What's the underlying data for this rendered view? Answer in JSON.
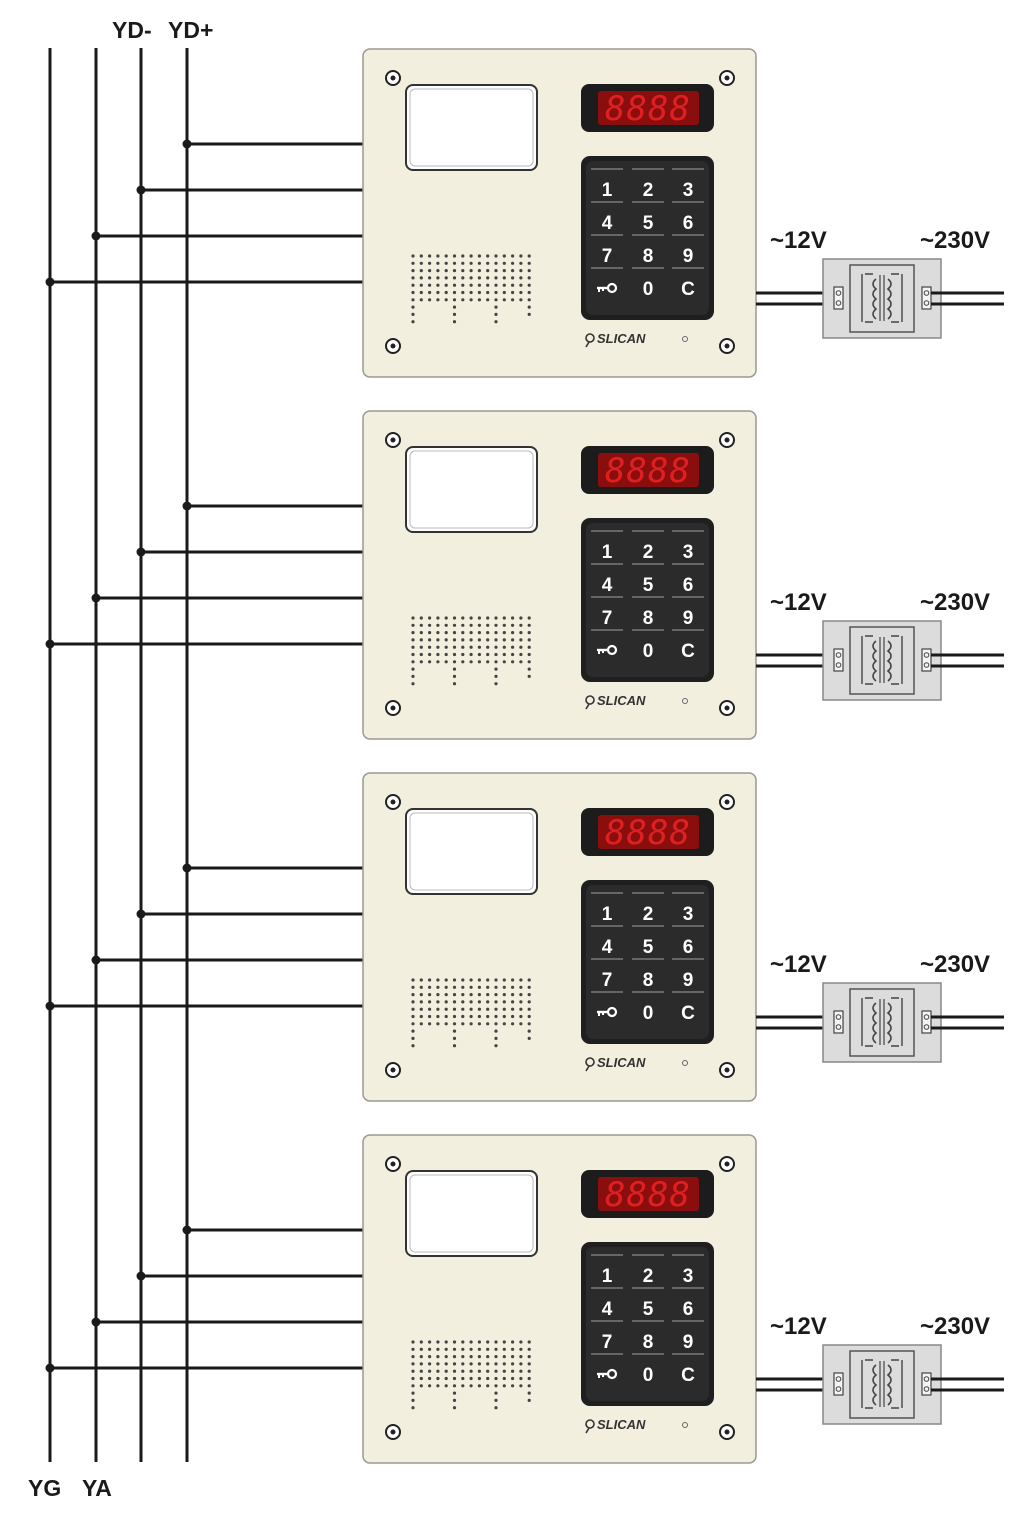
{
  "bus": {
    "top_labels": [
      "YD-",
      "YD+"
    ],
    "bottom_labels": [
      "YG",
      "YA"
    ]
  },
  "panels": [
    {
      "display": "8888",
      "keys": [
        "1",
        "2",
        "3",
        "4",
        "5",
        "6",
        "7",
        "8",
        "9",
        "key-symbol",
        "0",
        "C"
      ],
      "brand": "SLICAN",
      "transformer": {
        "secondary": "~12V",
        "primary": "~230V"
      }
    },
    {
      "display": "8888",
      "keys": [
        "1",
        "2",
        "3",
        "4",
        "5",
        "6",
        "7",
        "8",
        "9",
        "key-symbol",
        "0",
        "C"
      ],
      "brand": "SLICAN",
      "transformer": {
        "secondary": "~12V",
        "primary": "~230V"
      }
    },
    {
      "display": "8888",
      "keys": [
        "1",
        "2",
        "3",
        "4",
        "5",
        "6",
        "7",
        "8",
        "9",
        "key-symbol",
        "0",
        "C"
      ],
      "brand": "SLICAN",
      "transformer": {
        "secondary": "~12V",
        "primary": "~230V"
      }
    },
    {
      "display": "8888",
      "keys": [
        "1",
        "2",
        "3",
        "4",
        "5",
        "6",
        "7",
        "8",
        "9",
        "key-symbol",
        "0",
        "C"
      ],
      "brand": "SLICAN",
      "transformer": {
        "secondary": "~12V",
        "primary": "~230V"
      }
    }
  ],
  "colors": {
    "panel_face": "#f2efdf",
    "keypad": "#2b2b2b",
    "display_digits": "#e02020",
    "display_bg": "#8a0e0e",
    "transformer_box": "#dcdcdc",
    "wire": "#1a1a1a"
  }
}
